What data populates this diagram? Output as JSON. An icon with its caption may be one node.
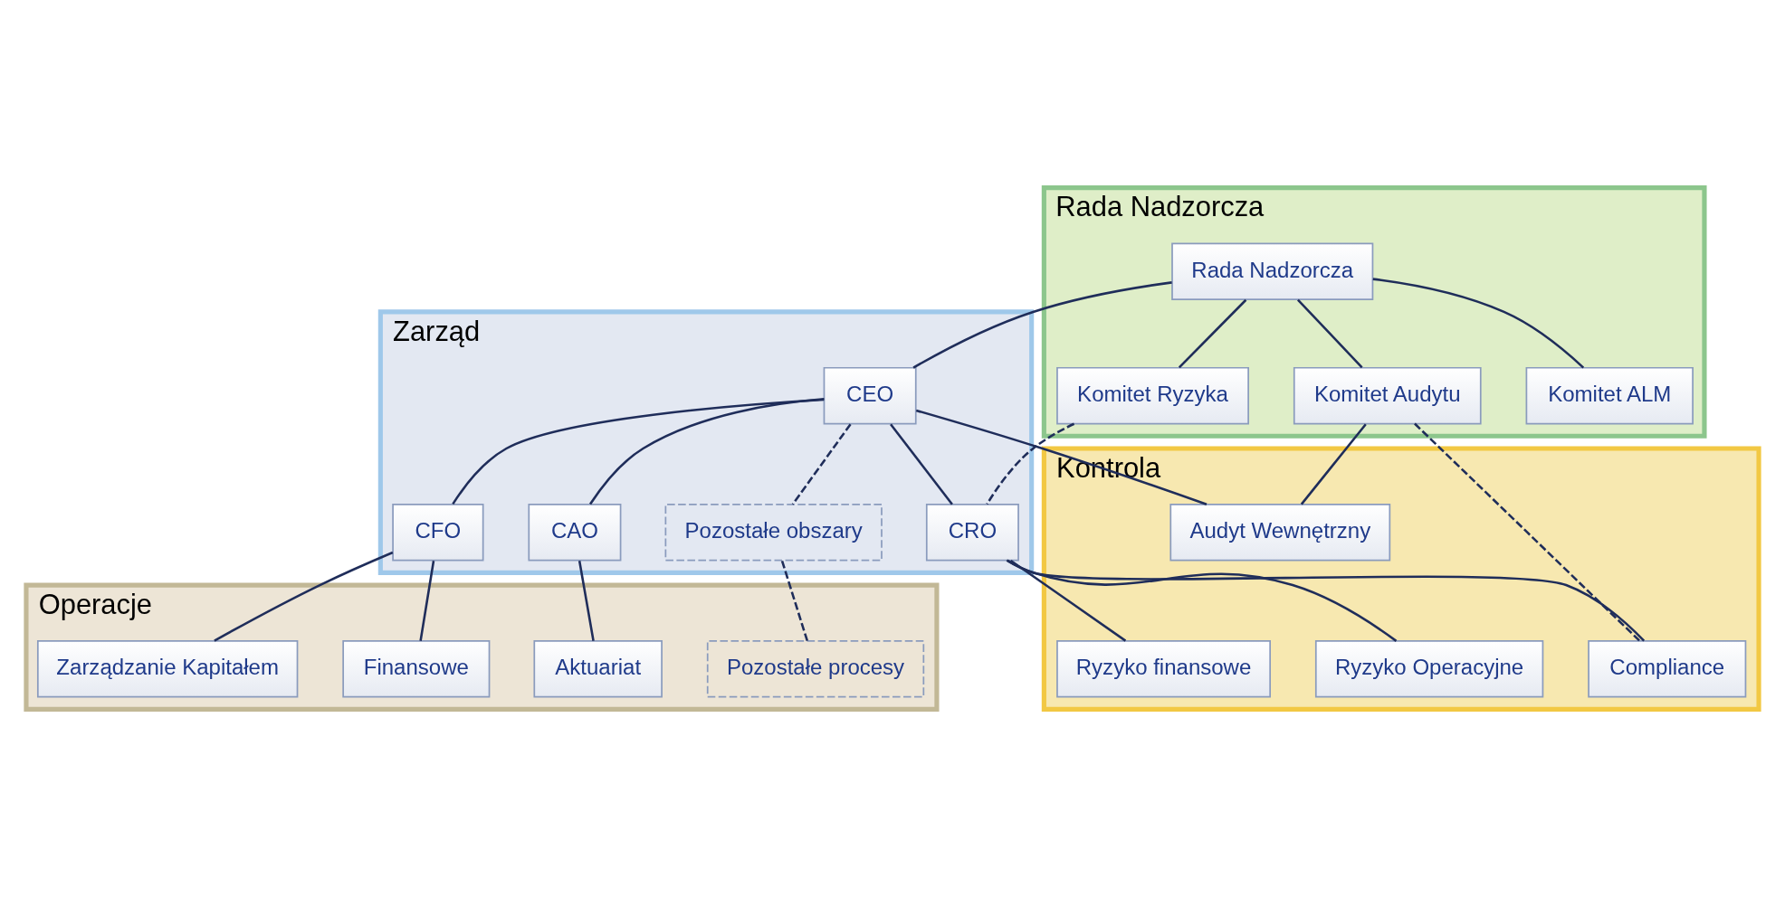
{
  "diagram": {
    "nodes": [
      {
        "text": [
          "Rada Nadzorcza"
        ]
      },
      {
        "text": [
          "Rada Nadzorcza"
        ],
        "in": 0
      },
      {
        "text": [
          "Komitet ALM"
        ],
        "in": 0
      },
      {
        "text": [
          "Komitet Ryzyka"
        ],
        "in": 0
      },
      {
        "text": [
          "Komitet Audytu"
        ],
        "in": 0
      },
      {
        "text": [
          "Zarząd"
        ]
      },
      {
        "text": [
          "CEO"
        ],
        "in": 5
      },
      {
        "text": [
          "Pozostałe obszary"
        ],
        "in": 5
      },
      {
        "text": [
          "CFO"
        ],
        "in": 5
      },
      {
        "text": [
          "CAO"
        ],
        "in": 5
      },
      {
        "text": [
          "CRO"
        ],
        "in": 5
      },
      {
        "text": [
          "Kontrola"
        ]
      },
      {
        "text": [
          "Ryzyko finansowe"
        ],
        "in": 11
      },
      {
        "text": [
          "Ryzyko Operacyjne"
        ],
        "in": 11
      },
      {
        "text": [
          "Compliance"
        ],
        "in": 11
      },
      {
        "text": [
          "Audyt Wewnętrzny"
        ],
        "in": 11
      },
      {
        "text": [
          "Operacje"
        ]
      },
      {
        "text": [
          "Pozostałe procesy"
        ],
        "in": 16
      },
      {
        "text": [
          "Finansowe"
        ],
        "in": 16
      },
      {
        "text": [
          "Zarządzanie Kapitałem"
        ],
        "in": 16
      },
      {
        "text": [
          "Aktuariat"
        ],
        "in": 16
      }
    ],
    "edges": [
      {
        "from": 1,
        "to": 6,
        "arrow": "none"
      },
      {
        "from": 1,
        "to": 2,
        "arrow": "none"
      },
      {
        "from": 1,
        "to": 3,
        "arrow": "none"
      },
      {
        "from": 1,
        "to": 4,
        "arrow": "none"
      },
      {
        "from": 6,
        "to": 15,
        "arrow": "none"
      },
      {
        "from": 4,
        "to": 15,
        "arrow": "none"
      },
      {
        "from": 3,
        "to": 10,
        "arrow": "none",
        "style": "dashed"
      },
      {
        "from": 6,
        "to": 7,
        "arrow": "none",
        "style": "dashed"
      },
      {
        "from": 6,
        "to": 8,
        "arrow": "none"
      },
      {
        "from": 6,
        "to": 9,
        "arrow": "none"
      },
      {
        "from": 6,
        "to": 10,
        "arrow": "none"
      },
      {
        "from": 4,
        "to": 14,
        "arrow": "none",
        "style": "dashed"
      },
      {
        "from": 10,
        "to": 12,
        "arrow": "none"
      },
      {
        "from": 10,
        "to": 13,
        "arrow": "none"
      },
      {
        "from": 10,
        "to": 14,
        "arrow": "none"
      },
      {
        "from": 7,
        "to": 17,
        "arrow": "none",
        "style": "dashed"
      },
      {
        "from": 8,
        "to": 18,
        "arrow": "none"
      },
      {
        "from": 8,
        "to": 19,
        "arrow": "none"
      },
      {
        "from": 9,
        "to": 20,
        "arrow": "none"
      }
    ]
  }
}
